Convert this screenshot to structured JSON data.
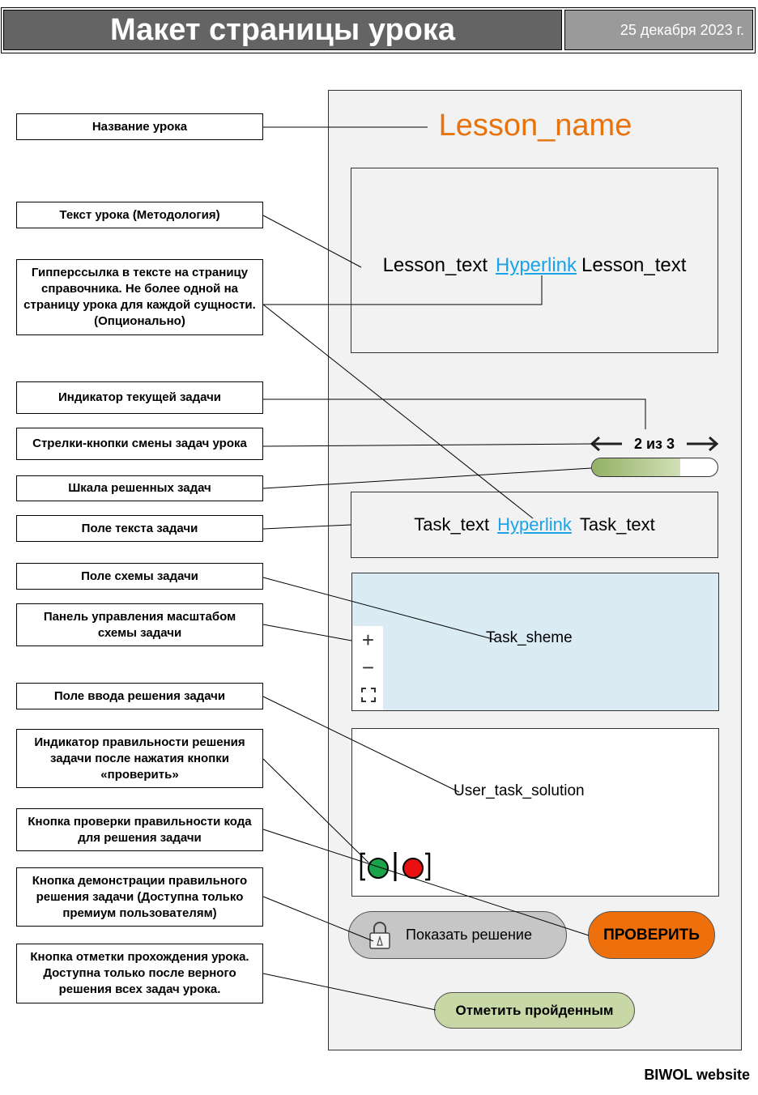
{
  "header": {
    "title": "Макет страницы урока",
    "date": "25 декабря 2023 г."
  },
  "labels": {
    "lesson_name": "Название урока",
    "lesson_text": "Текст урока (Методология)",
    "hyperlink": "Гипперссылка в тексте на страницу справочника. Не более одной на страницу урока для каждой сущности. (Опционально)",
    "task_indicator": "Индикатор текущей задачи",
    "task_arrows": "Стрелки-кнопки смены задач урока",
    "progress_scale": "Шкала решенных задач",
    "task_text_field": "Поле текста задачи",
    "task_scheme_field": "Поле схемы задачи",
    "zoom_panel": "Панель управления масштабом схемы задачи",
    "solution_input": "Поле ввода решения задачи",
    "correctness_indicator": "Индикатор правильности решения задачи после нажатия кнопки «проверить»",
    "check_button": "Кнопка проверки правильности кода для решения задачи",
    "show_solution_button": "Кнопка демонстрации правильного решения задачи (Доступна только премиум пользователям)",
    "mark_done_button": "Кнопка отметки прохождения урока. Доступна только после верного решения всех задач урока."
  },
  "mockup": {
    "lesson_name": "Lesson_name",
    "lesson_text_before": "Lesson_text",
    "lesson_hyperlink": "Hyperlink",
    "lesson_text_after": "Lesson_text",
    "task_counter": "2 из 3",
    "progress_fraction": 0.7,
    "task_text_before": "Task_text",
    "task_hyperlink": "Hyperlink",
    "task_text_after": "Task_text",
    "task_scheme": "Task_sheme",
    "zoom_in": "+",
    "zoom_out": "−",
    "user_solution": "User_task_solution",
    "show_solution_label": "Показать решение",
    "check_label": "ПРОВЕРИТЬ",
    "mark_done_label": "Отметить пройденным"
  },
  "colors": {
    "lesson_name": "#e8720c",
    "hyperlink": "#1aa3e8",
    "scheme_bg": "#daebf3",
    "check_button": "#ee700c",
    "mark_done_button": "#c7d7a6",
    "indicator_ok": "#1aa34a",
    "indicator_fail": "#e81010"
  },
  "footer": "BIWOL website"
}
